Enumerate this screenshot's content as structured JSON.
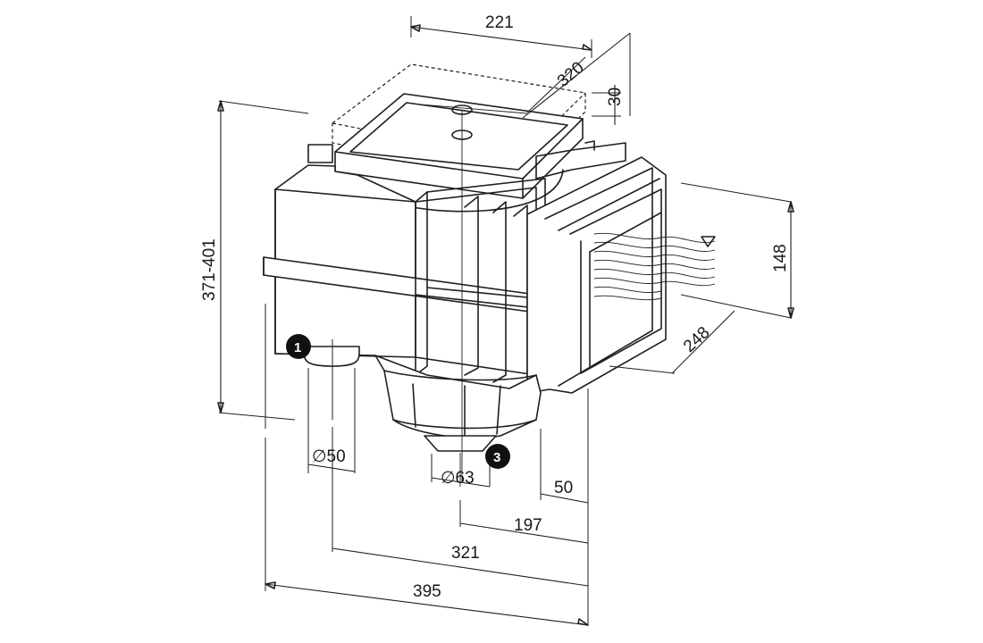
{
  "drawing": {
    "dimensions": {
      "top_width": "221",
      "top_depth": "320",
      "lid_height": "30",
      "total_height": "371-401",
      "mouth_height": "148",
      "mouth_width": "248",
      "port_50_dia": "∅50",
      "port_63_dia": "∅63",
      "offset_50": "50",
      "offset_197": "197",
      "offset_321": "321",
      "overall_395": "395"
    },
    "callouts": {
      "c1": "1",
      "c3": "3"
    }
  }
}
